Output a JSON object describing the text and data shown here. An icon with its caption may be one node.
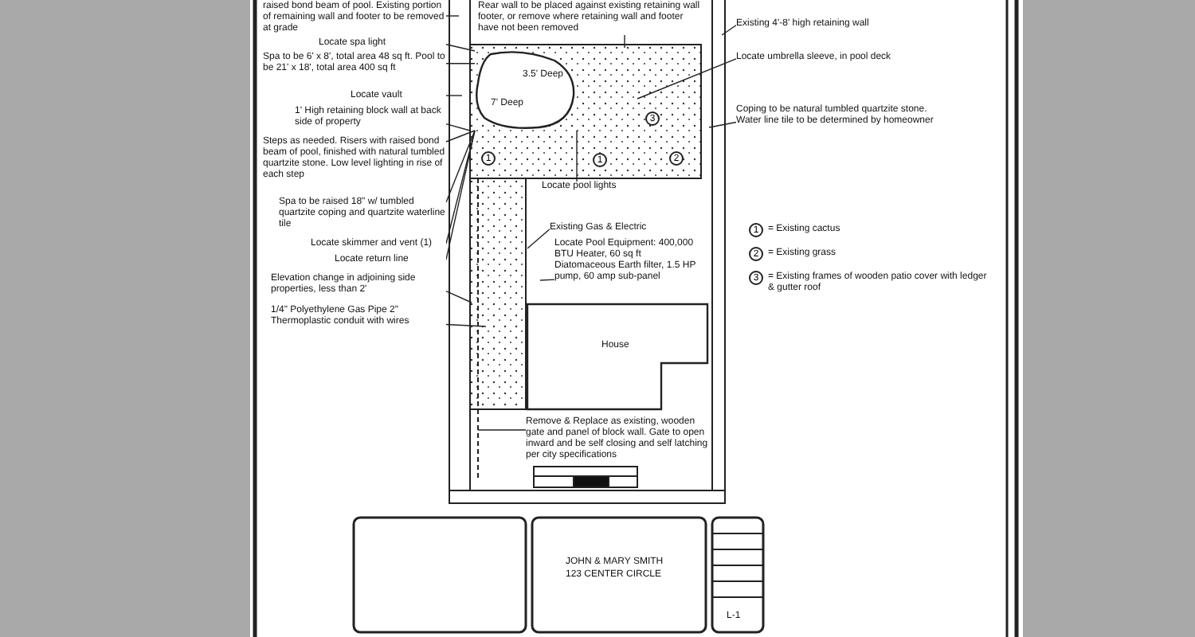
{
  "diagram": {
    "nodes": [
      {
        "text": [
          "raised bond beam of pool. Existing portion of remaining wall and footer to be removed at grade"
        ]
      },
      {
        "text": [
          "Rear wall to be placed against existing retaining wall footer, or remove where retaining wall and footer have not been removed"
        ]
      },
      {
        "text": [
          "Existing 4'-8' high retaining wall"
        ]
      },
      {
        "text": [
          "Locate spa light"
        ]
      },
      {
        "text": [
          "Spa to be 6' x 8', total area 48 sq ft. Pool to be 21' x 18', total area 400 sq ft"
        ]
      },
      {
        "text": [
          "Locate umbrella sleeve, in pool deck"
        ]
      },
      {
        "text": [
          "Locate vault"
        ]
      },
      {
        "text": [
          "1' High retaining block wall at back side of property"
        ]
      },
      {
        "text": [
          "Coping to be natural tumbled quartzite stone. Water line tile to be determined by homeowner"
        ]
      },
      {
        "text": [
          "Steps as needed. Risers with raised bond beam of pool, finished with natural tumbled quartzite stone. Low level lighting in rise of each step"
        ]
      },
      {
        "text": [
          "Spa to be raised 18\" w/ tumbled quartzite coping and quartzite waterline tile"
        ]
      },
      {
        "text": [
          "Locate pool lights"
        ]
      },
      {
        "text": [
          "Locate skimmer and vent (1)"
        ]
      },
      {
        "text": [
          "Existing Gas & Electric"
        ]
      },
      {
        "text": [
          "Locate return line"
        ]
      },
      {
        "text": [
          "Locate Pool Equipment: 400,000 BTU Heater, 60 sq ft Diatomaceous Earth filter, 1.5 HP pump, 60 amp sub-panel"
        ]
      },
      {
        "text": [
          "House"
        ]
      },
      {
        "text": [
          "Elevation change in adjoining side properties, less than 2'"
        ]
      },
      {
        "text": [
          "1/4\" Polyethylene Gas Pipe 2\" Thermoplastic conduit with wires"
        ]
      },
      {
        "text": [
          "Remove & Replace as existing, wooden gate and panel of block wall. Gate to open inward and be self closing and self latching per city specifications"
        ]
      },
      {
        "text": [
          "3.5' Deep",
          "7' Deep"
        ]
      }
    ],
    "edges": [
      {
        "from": 0,
        "to": null,
        "arrow": "none"
      },
      {
        "from": 1,
        "to": null,
        "arrow": "none"
      },
      {
        "from": 2,
        "to": null,
        "arrow": "none"
      },
      {
        "from": 3,
        "to": 20,
        "arrow": "none"
      },
      {
        "from": 4,
        "to": 20,
        "arrow": "none"
      },
      {
        "from": 5,
        "to": null,
        "arrow": "none"
      },
      {
        "from": 6,
        "to": null,
        "arrow": "none"
      },
      {
        "from": 7,
        "to": null,
        "arrow": "none"
      },
      {
        "from": 8,
        "to": null,
        "arrow": "none"
      },
      {
        "from": 9,
        "to": 20,
        "arrow": "none"
      },
      {
        "from": 10,
        "to": 20,
        "arrow": "none"
      },
      {
        "from": 11,
        "to": 20,
        "arrow": "none"
      },
      {
        "from": 12,
        "to": 20,
        "arrow": "none"
      },
      {
        "from": 13,
        "to": null,
        "arrow": "none"
      },
      {
        "from": 14,
        "to": 20,
        "arrow": "none"
      },
      {
        "from": 15,
        "to": null,
        "arrow": "none"
      },
      {
        "from": 17,
        "to": null,
        "arrow": "none"
      },
      {
        "from": 18,
        "to": null,
        "arrow": "none"
      },
      {
        "from": 19,
        "to": null,
        "arrow": "none"
      }
    ],
    "labels": [
      "1",
      "1",
      "2",
      "3",
      "1",
      "= Existing cactus",
      "2",
      "= Existing grass",
      "3",
      "= Existing frames of wooden patio cover with ledger & gutter roof",
      "JOHN & MARY SMITH",
      "123 CENTER CIRCLE",
      "L-1"
    ]
  }
}
